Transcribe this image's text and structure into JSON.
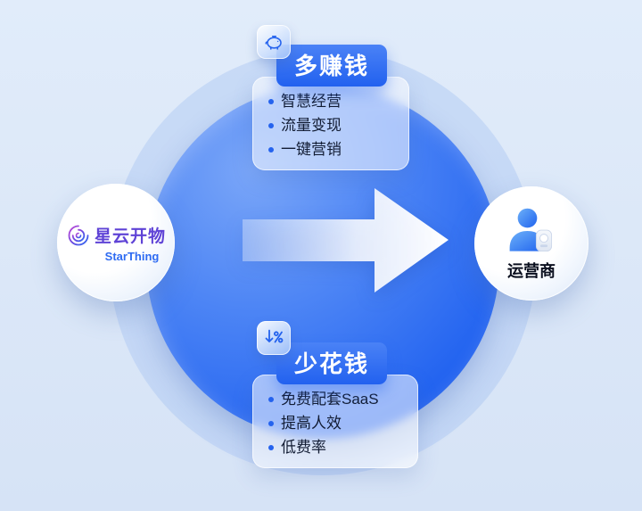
{
  "diagram": {
    "left_node": {
      "logo_cn": "星云开物",
      "logo_en": "StarThing"
    },
    "right_node": {
      "label": "运营商",
      "icon": "operator-person-icon"
    },
    "top_card": {
      "icon": "piggy-bank-icon",
      "badge": "多赚钱",
      "items": [
        "智慧经营",
        "流量变现",
        "一键营销"
      ]
    },
    "bottom_card": {
      "icon": "discount-down-icon",
      "badge": "少花钱",
      "items": [
        "免费配套SaaS",
        "提高人效",
        "低费率"
      ]
    },
    "colors": {
      "background": "#dce8f8",
      "primary_blue": "#2263f0",
      "badge_blue": "#2261ef",
      "text_dark": "#121c33",
      "logo_purple": "#5f43d6",
      "logo_blue": "#2e6bf2"
    }
  }
}
